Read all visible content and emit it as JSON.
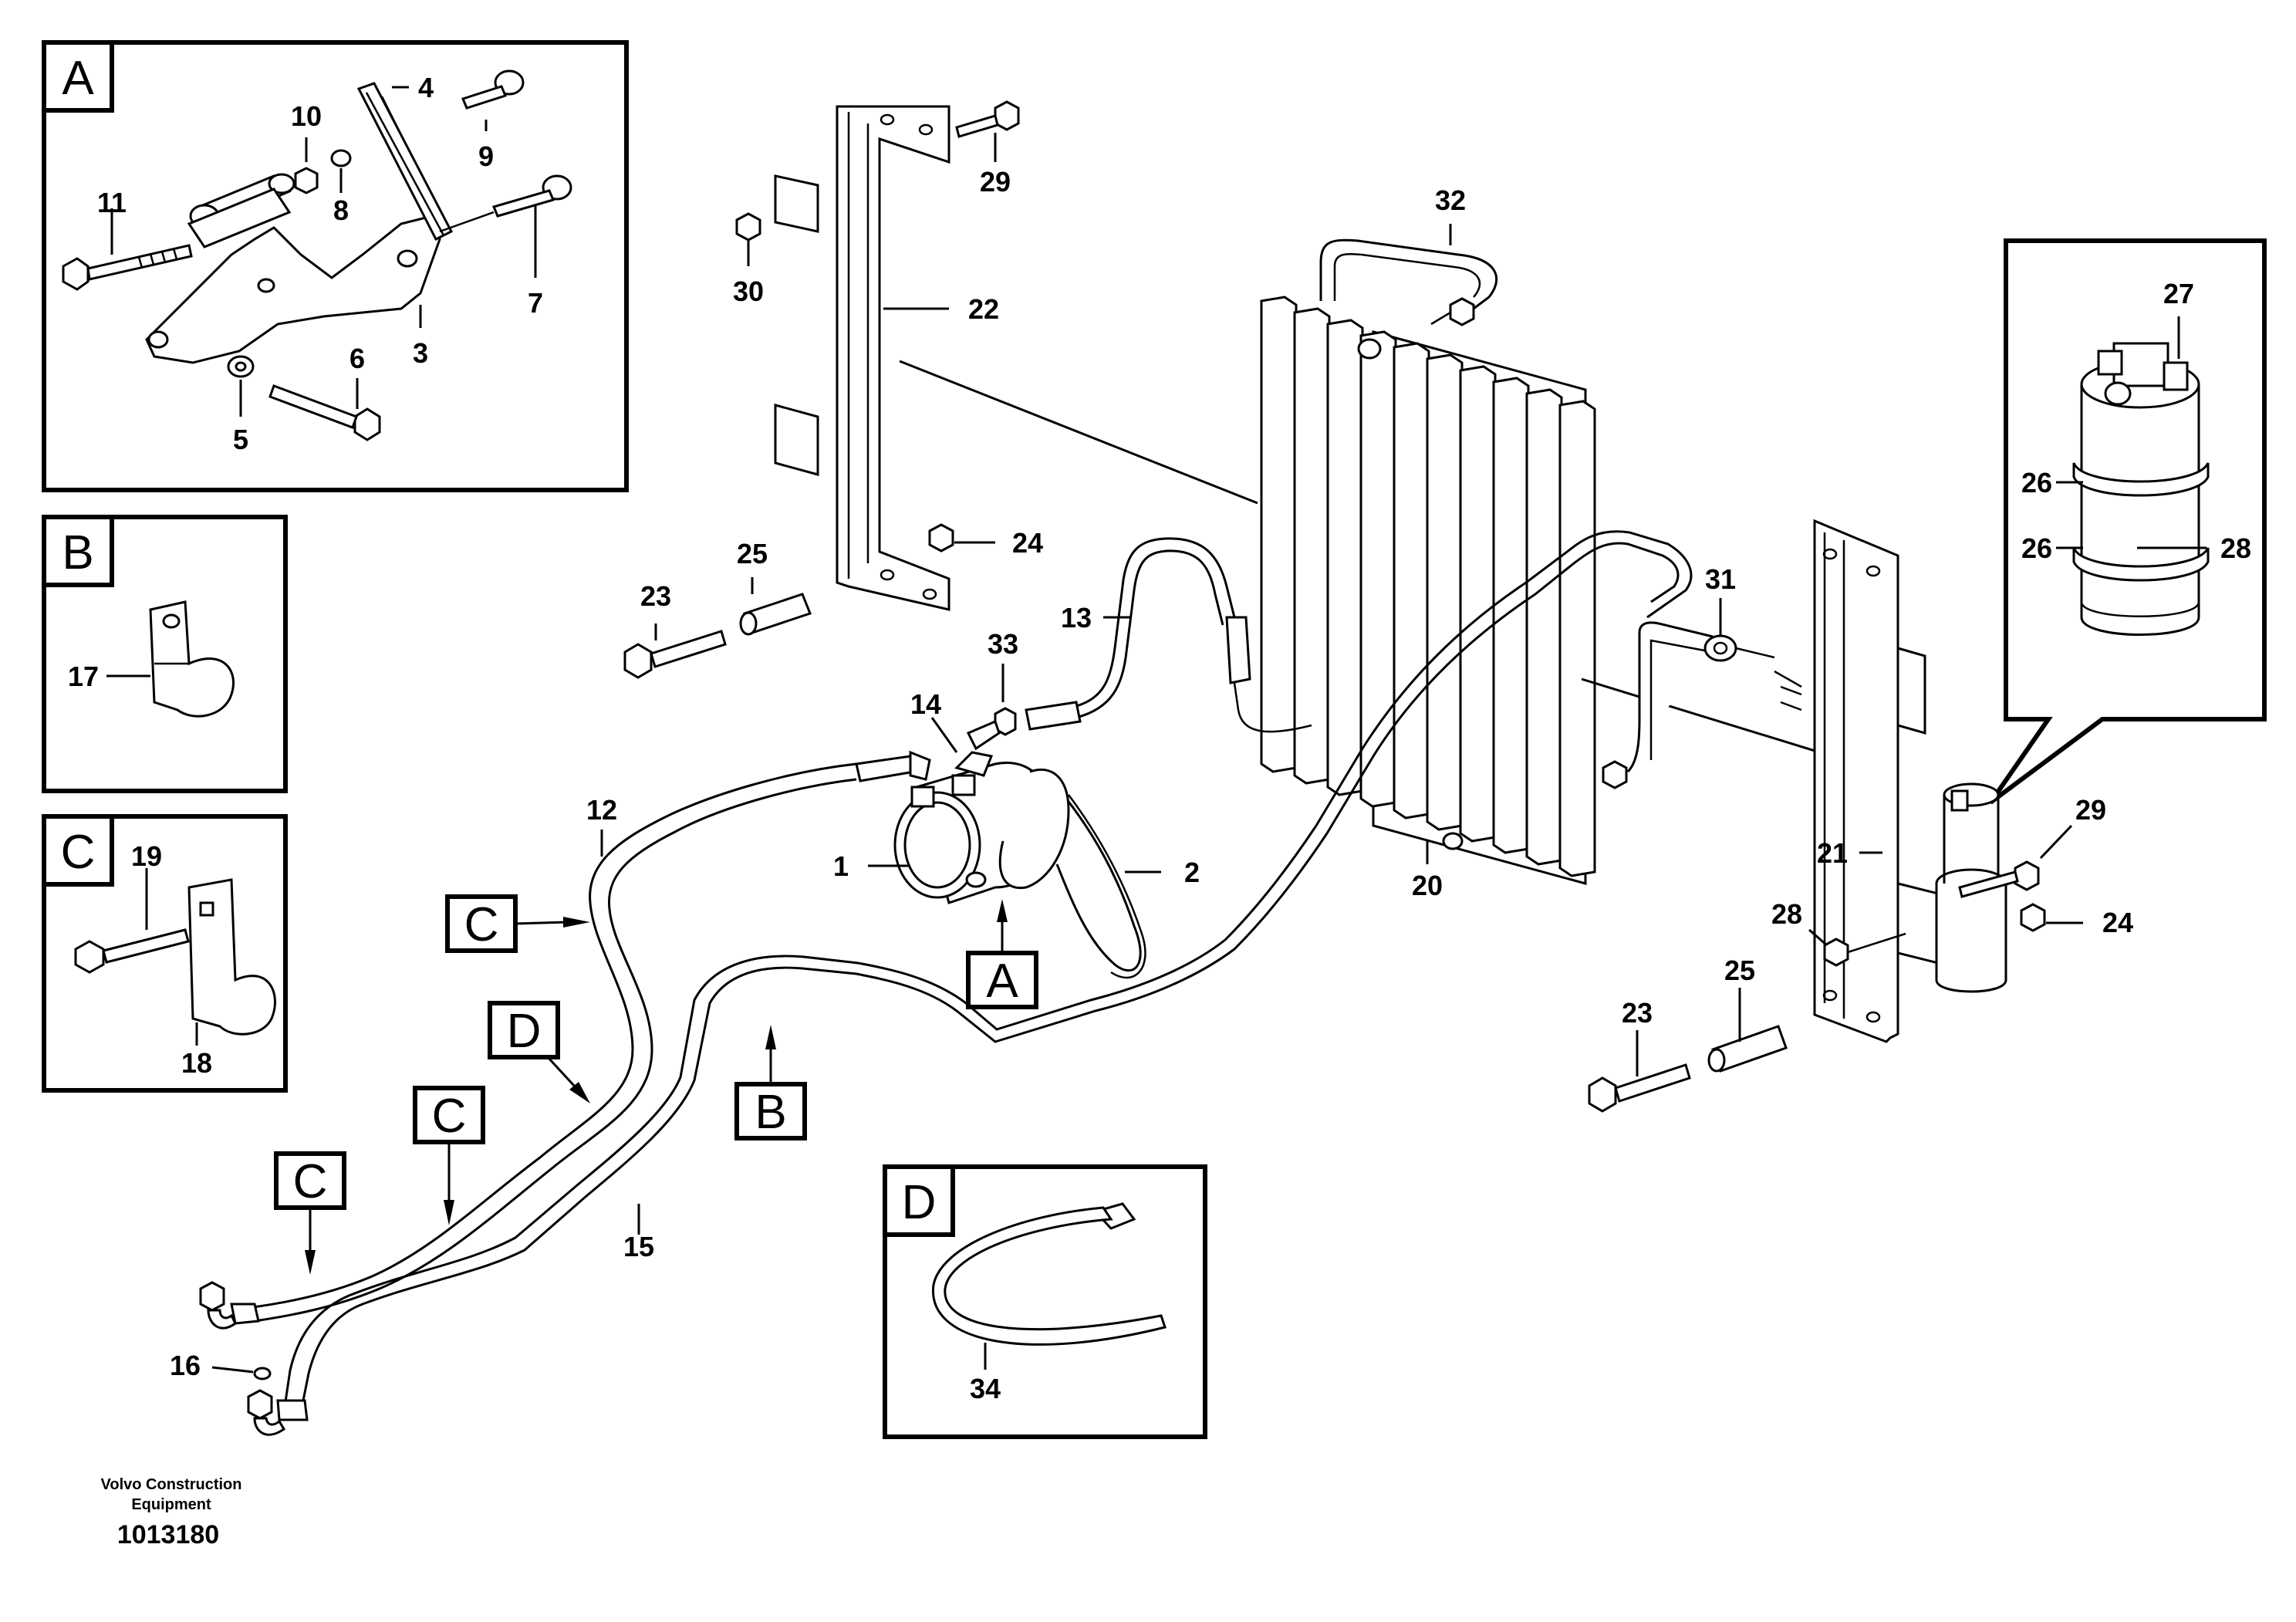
{
  "callouts": {
    "A": "A",
    "B": "B",
    "C": "C",
    "D": "D"
  },
  "part_numbers": {
    "p1": "1",
    "p2": "2",
    "p3": "3",
    "p4": "4",
    "p5": "5",
    "p6": "6",
    "p7": "7",
    "p8": "8",
    "p9": "9",
    "p10": "10",
    "p11": "11",
    "p12": "12",
    "p13": "13",
    "p14": "14",
    "p15": "15",
    "p16": "16",
    "p17": "17",
    "p18": "18",
    "p19": "19",
    "p20": "20",
    "p21": "21",
    "p22": "22",
    "p23": "23",
    "p24": "24",
    "p25": "25",
    "p26": "26",
    "p27": "27",
    "p28": "28",
    "p29": "29",
    "p30": "30",
    "p31": "31",
    "p32": "32",
    "p33": "33",
    "p34": "34"
  },
  "footer": {
    "credit_line1": "Volvo Construction",
    "credit_line2": "Equipment",
    "document_id": "1013180"
  },
  "colors": {
    "ink": "#000000",
    "paper": "#ffffff"
  }
}
